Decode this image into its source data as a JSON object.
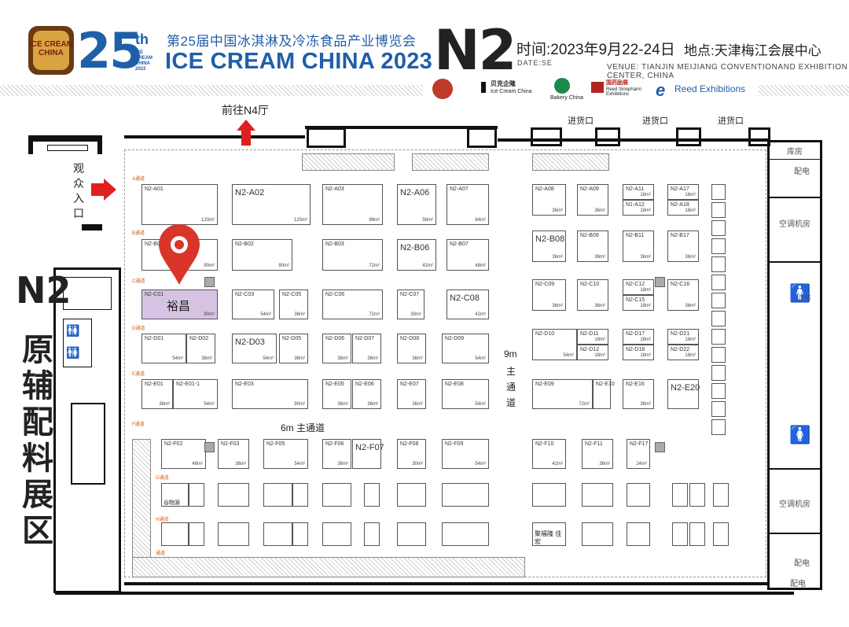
{
  "header": {
    "logo_text": "ICE CREAM CHINA",
    "edition_num": "25",
    "edition_suffix": "th",
    "edition_small": "ICE CREAM CHINA 2022",
    "title_cn": "第25届中国冰淇淋及冷冻食品产业博览会",
    "title_en": "ICE CREAM CHINA 2023",
    "hall": "N2",
    "time_label": "时间:2023年9月22-24日",
    "date_en": "DATE:SE",
    "venue_cn": "地点:天津梅江会展中心",
    "venue_en": "VENUE: TIANJIN MEIJIANG CONVENTIONAND EXHIBITION CENTER, CHINA",
    "sponsors": [
      "贝克企隆",
      "Ice Cream China",
      "Bakery China",
      "国药励展",
      "Reed Sinopharm Exhibitions",
      "Reed Exhibitions"
    ]
  },
  "map": {
    "to_n4": "前往N4厅",
    "entrance": "观众入口",
    "side_title_code": "N2",
    "side_title": "原辅配料展区",
    "cargo": [
      "进货口",
      "进货口",
      "进货口"
    ],
    "rooms": {
      "storage": "库房",
      "power1": "配电",
      "ac1": "空调机房",
      "wc": "WC",
      "ac2": "空调机房",
      "power2": "配电",
      "power3": "配电"
    },
    "main_aisle_9m": "9m",
    "main_aisle_9m_text": [
      "主",
      "通",
      "道"
    ],
    "main_aisle_6m": "6m 主通道",
    "highlight_booth": "裕昌",
    "aisles": [
      "A通道",
      "B通道",
      "C通道",
      "D通道",
      "E通道",
      "F通道",
      "G通道",
      "H通道",
      "通道"
    ],
    "small_names": [
      "谷物源",
      "聚福隆 佳宏"
    ],
    "booths": [
      {
        "id": "N2-A01",
        "area": "120m²"
      },
      {
        "id": "N2-A02",
        "area": "120m²"
      },
      {
        "id": "N2-A03",
        "area": "96m²"
      },
      {
        "id": "N2-A06",
        "area": "56m²"
      },
      {
        "id": "N2-A07",
        "area": "64m²"
      },
      {
        "id": "N2-A08",
        "area": "36m²"
      },
      {
        "id": "N2-A09",
        "area": "36m²"
      },
      {
        "id": "N2-A11",
        "area": "18m²"
      },
      {
        "id": "N1-A12",
        "area": "18m²"
      },
      {
        "id": "N2-A17",
        "area": "18m²"
      },
      {
        "id": "N2-A18",
        "area": "18m²"
      },
      {
        "id": "N2-B01",
        "area": "90m²"
      },
      {
        "id": "N2-B02",
        "area": "90m²"
      },
      {
        "id": "N2-B03",
        "area": "72m²"
      },
      {
        "id": "N2-B06",
        "area": "42m²"
      },
      {
        "id": "N2-B07",
        "area": "48m²"
      },
      {
        "id": "N2-B08",
        "area": "36m²"
      },
      {
        "id": "N2-B09",
        "area": "36m²"
      },
      {
        "id": "N2-B11",
        "area": "36m²"
      },
      {
        "id": "N2-B17",
        "area": "36m²"
      },
      {
        "id": "N2-C01",
        "area": "90m²"
      },
      {
        "id": "N2-C03",
        "area": "54m²"
      },
      {
        "id": "N2-C05",
        "area": "36m²"
      },
      {
        "id": "N2-C06",
        "area": "72m²"
      },
      {
        "id": "N2-C07",
        "area": "30m²"
      },
      {
        "id": "N2-C08",
        "area": "42m²"
      },
      {
        "id": "N2-C09",
        "area": "36m²"
      },
      {
        "id": "N2-C10",
        "area": "36m²"
      },
      {
        "id": "N2-C12",
        "area": "18m²"
      },
      {
        "id": "N2-C15",
        "area": "18m²"
      },
      {
        "id": "N2-C16",
        "area": "36m²"
      },
      {
        "id": "N2-D01",
        "area": "54m²"
      },
      {
        "id": "N2-D02",
        "area": "36m²"
      },
      {
        "id": "N2-D03",
        "area": "54m²"
      },
      {
        "id": "N2-D05",
        "area": "36m²"
      },
      {
        "id": "N2-D06",
        "area": "36m²"
      },
      {
        "id": "N2-D07",
        "area": "36m²"
      },
      {
        "id": "N2-D08",
        "area": "36m²"
      },
      {
        "id": "N2-D09",
        "area": "54m²"
      },
      {
        "id": "N2-D10",
        "area": "54m²"
      },
      {
        "id": "N2-D11",
        "area": "18m²"
      },
      {
        "id": "N2-D12",
        "area": "18m²"
      },
      {
        "id": "N2-D17",
        "area": "18m²"
      },
      {
        "id": "N2-D18",
        "area": "18m²"
      },
      {
        "id": "N2-D21",
        "area": "18m²"
      },
      {
        "id": "N2-D22",
        "area": "18m²"
      },
      {
        "id": "N2-E01",
        "area": "36m²"
      },
      {
        "id": "N2-E01-1",
        "area": "54m²"
      },
      {
        "id": "N2-E03",
        "area": "90m²"
      },
      {
        "id": "N2-E05",
        "area": "36m²"
      },
      {
        "id": "N2-E06",
        "area": "36m²"
      },
      {
        "id": "N2-E07",
        "area": "36m²"
      },
      {
        "id": "N2-E08",
        "area": "54m²"
      },
      {
        "id": "N2-E09",
        "area": "72m²"
      },
      {
        "id": "N2-E10",
        "area": ""
      },
      {
        "id": "N2-E16",
        "area": "36m²"
      },
      {
        "id": "N2-E20",
        "area": ""
      },
      {
        "id": "N2-F02",
        "area": "48m²"
      },
      {
        "id": "N2-F03",
        "area": "36m²"
      },
      {
        "id": "N2-F05",
        "area": "54m²"
      },
      {
        "id": "N2-F06",
        "area": "36m²"
      },
      {
        "id": "N2-F07",
        "area": ""
      },
      {
        "id": "N2-F08",
        "area": "30m²"
      },
      {
        "id": "N2-F09",
        "area": "54m²"
      },
      {
        "id": "N2-F10",
        "area": "42m²"
      },
      {
        "id": "N2-F11",
        "area": "36m²"
      },
      {
        "id": "N2-F17",
        "area": "24m²"
      }
    ]
  }
}
